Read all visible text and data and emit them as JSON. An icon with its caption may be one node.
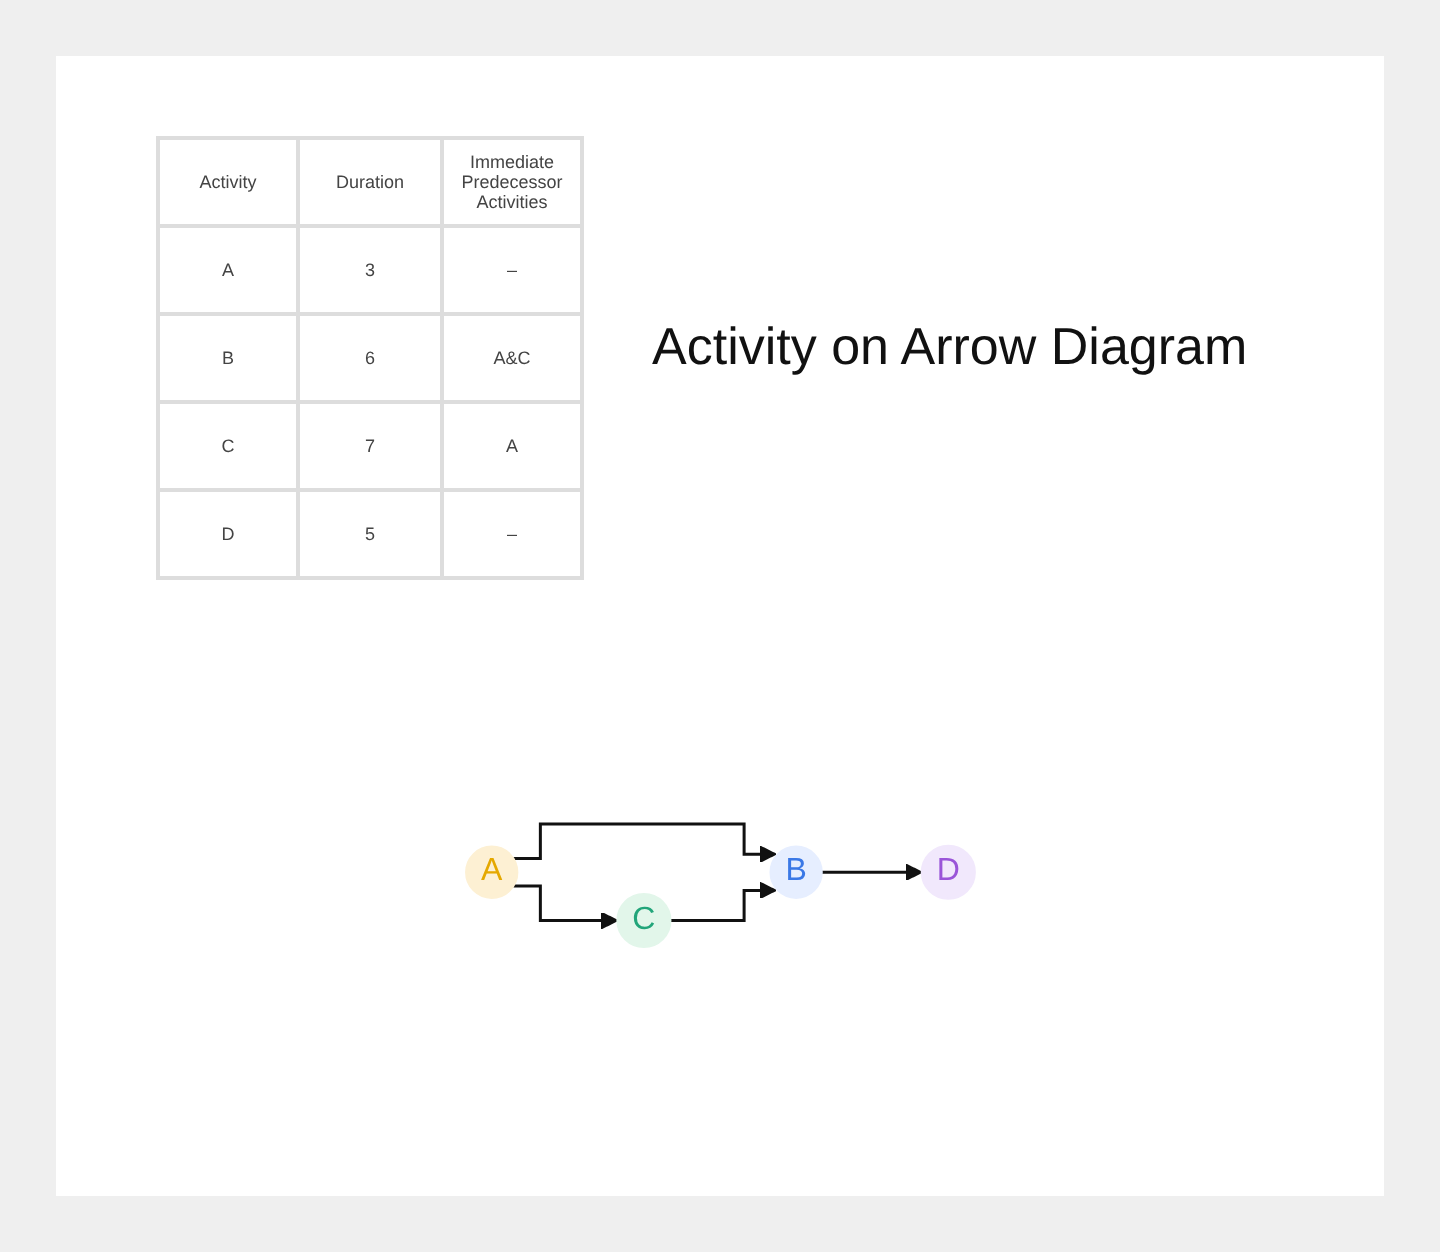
{
  "diagram": {
    "title": "Activity on Arrow Diagram",
    "nodes": [
      {
        "text": [
          "A"
        ]
      },
      {
        "text": [
          "B"
        ]
      },
      {
        "text": [
          "D"
        ]
      },
      {
        "text": [
          "C"
        ]
      }
    ],
    "edges": [
      {
        "from": 0,
        "to": 1,
        "arrow": "to"
      },
      {
        "from": 0,
        "to": 3,
        "arrow": "to"
      },
      {
        "from": 3,
        "to": 1,
        "arrow": "to"
      },
      {
        "from": 1,
        "to": 2,
        "arrow": "to"
      }
    ],
    "labels": [
      "Activity",
      "Duration",
      "Immediate Predecessor Activities",
      "A",
      "3",
      "–",
      "B",
      "6",
      "A&C",
      "C",
      "7",
      "A",
      "D",
      "5",
      "–"
    ]
  }
}
